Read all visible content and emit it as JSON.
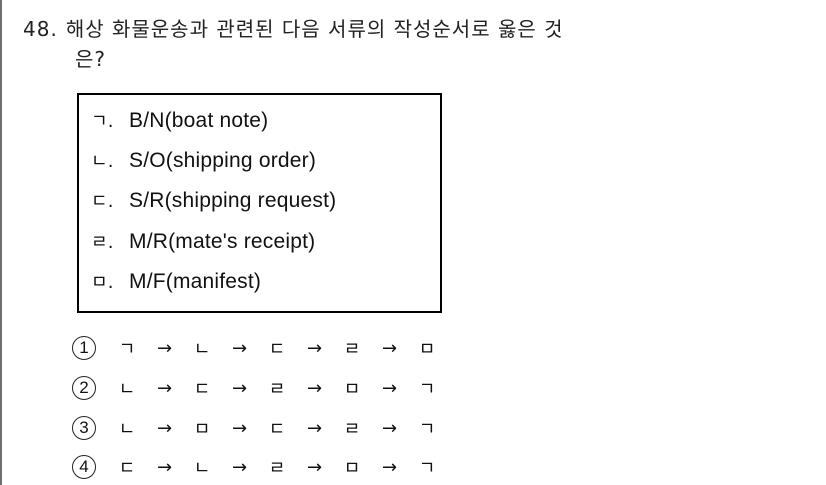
{
  "question": {
    "number": "48.",
    "text_line1": "해상 화물운송과 관련된 다음 서류의 작성순서로 옳은 것",
    "text_line2": "은?"
  },
  "box": {
    "items": [
      {
        "marker": "ㄱ.",
        "text": "B/N(boat note)"
      },
      {
        "marker": "ㄴ.",
        "text": "S/O(shipping order)"
      },
      {
        "marker": "ㄷ.",
        "text": "S/R(shipping request)"
      },
      {
        "marker": "ㄹ.",
        "text": "M/R(mate's receipt)"
      },
      {
        "marker": "ㅁ.",
        "text": "M/F(manifest)"
      }
    ]
  },
  "choices": [
    {
      "number": "1",
      "sequence": [
        "ㄱ",
        "ㄴ",
        "ㄷ",
        "ㄹ",
        "ㅁ"
      ]
    },
    {
      "number": "2",
      "sequence": [
        "ㄴ",
        "ㄷ",
        "ㄹ",
        "ㅁ",
        "ㄱ"
      ]
    },
    {
      "number": "3",
      "sequence": [
        "ㄴ",
        "ㅁ",
        "ㄷ",
        "ㄹ",
        "ㄱ"
      ]
    },
    {
      "number": "4",
      "sequence": [
        "ㄷ",
        "ㄴ",
        "ㄹ",
        "ㅁ",
        "ㄱ"
      ]
    }
  ],
  "arrow": "→"
}
